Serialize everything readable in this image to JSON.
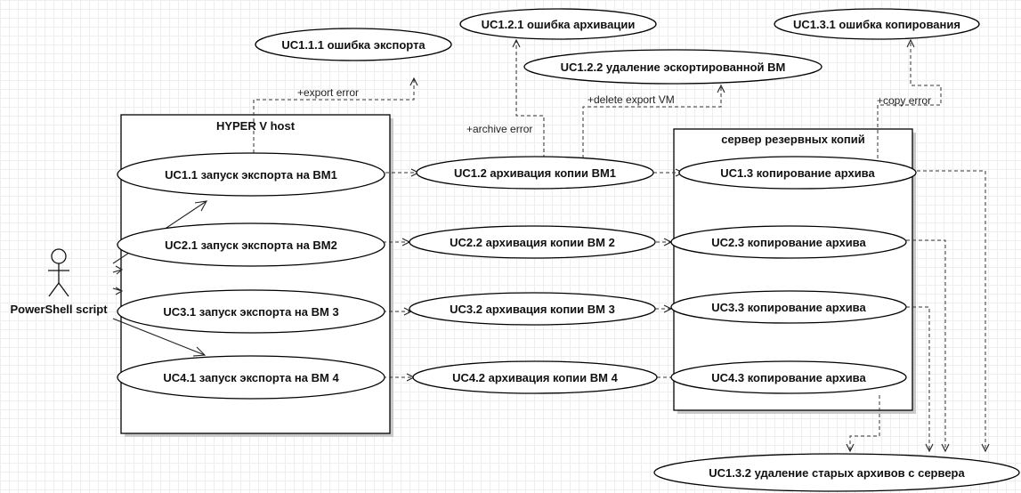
{
  "actor": {
    "label": "PowerShell script"
  },
  "boundaries": {
    "hyperv": {
      "title": "HYPER V host"
    },
    "backup": {
      "title": "сервер резервных копий"
    }
  },
  "use_cases": {
    "uc111": "UC1.1.1 ошибка экспорта",
    "uc121": "UC1.2.1 ошибка архивации",
    "uc122": "UC1.2.2 удаление эскортированной ВМ",
    "uc131": "UC1.3.1 ошибка копирования",
    "uc132": "UC1.3.2 удаление старых архивов с сервера",
    "uc11": "UC1.1 запуск экспорта на ВМ1",
    "uc21": "UC2.1 запуск экспорта на ВМ2",
    "uc31": "UC3.1 запуск экспорта на ВМ 3",
    "uc41": "UC4.1 запуск экспорта на ВМ 4",
    "uc12": "UC1.2 архивация копии ВМ1",
    "uc22": "UC2.2 архивация копии ВМ 2",
    "uc32": "UC3.2 архивация копии ВМ 3",
    "uc42": "UC4.2 архивация копии ВМ 4",
    "uc13": "UC1.3 копирование архива",
    "uc23": "UC2.3 копирование архива",
    "uc33": "UC3.3 копирование архива",
    "uc43": "UC4.3 копирование архива"
  },
  "edge_labels": {
    "export_error": "+export error",
    "archive_error": "+archive error",
    "delete_export_vm": "+delete export VM",
    "copy_error": "+copy error"
  }
}
